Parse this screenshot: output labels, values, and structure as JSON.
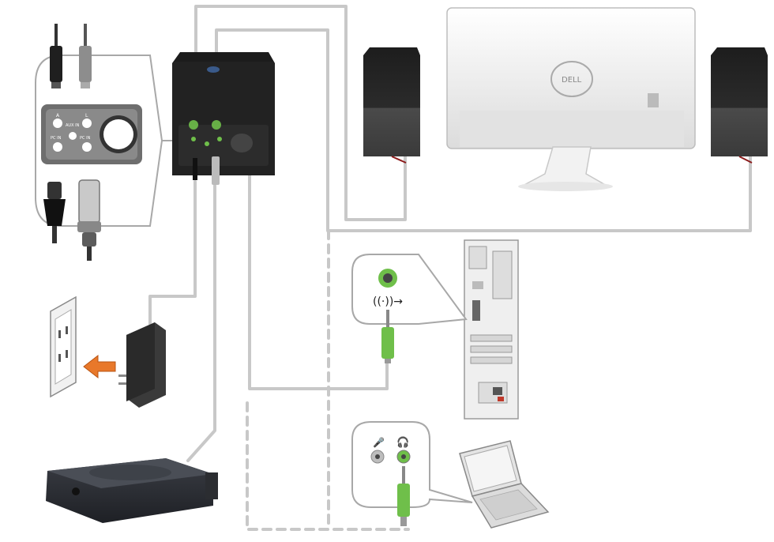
{
  "diagram": {
    "monitor_logo": "DELL",
    "control_panel_labels": {
      "a": "A",
      "l": "L",
      "aux_in": "AUX IN",
      "pc_in": "PC IN",
      "pc_in_2": "PC IN"
    },
    "icons": {
      "audio_out": "headphone-out-arrow-icon",
      "mic": "microphone-icon",
      "headphone": "headphone-icon",
      "plug_arrow": "insert-arrow-icon"
    },
    "colors": {
      "cable": "#c8c8c8",
      "green_jack": "#6fbf4a",
      "arrow": "#e8782a",
      "device_dark": "#2a2a2a"
    }
  }
}
